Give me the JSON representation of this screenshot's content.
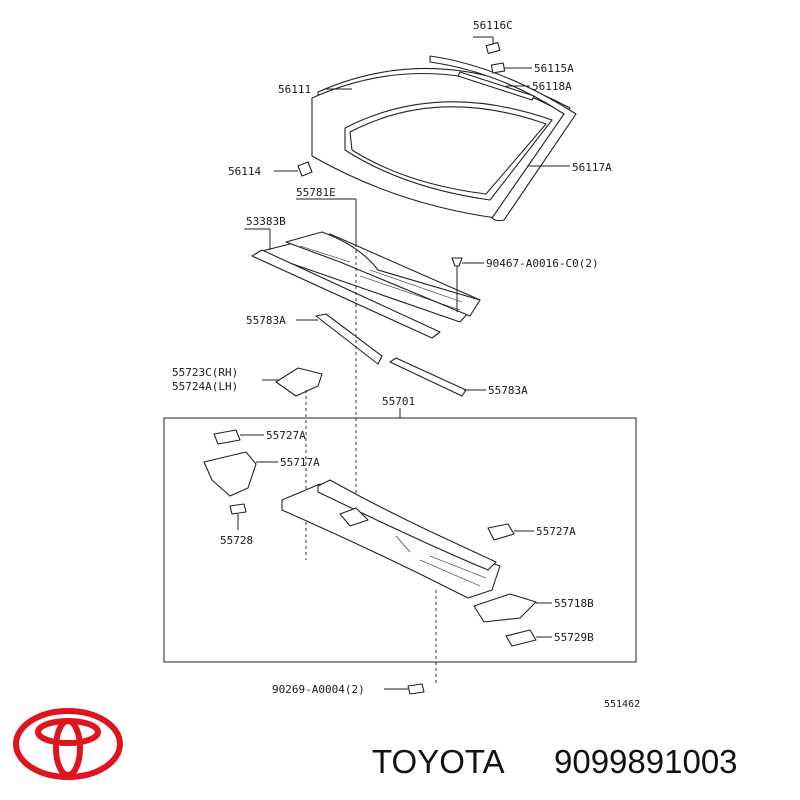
{
  "labels": {
    "p56116C": "56116C",
    "p56115A": "56115A",
    "p56118A": "56118A",
    "p56111": "56111",
    "p56117A": "56117A",
    "p56114": "56114",
    "p55781E": "55781E",
    "p53383B": "53383B",
    "p90467": "90467-A0016-C0(2)",
    "p55783A_left": "55783A",
    "p55783A_right": "55783A",
    "p55723C": "55723C(RH)",
    "p55724A": "55724A(LH)",
    "p55701": "55701",
    "p55727A_left": "55727A",
    "p55717A": "55717A",
    "p55728": "55728",
    "p55727A_right": "55727A",
    "p55718B": "55718B",
    "p55729B": "55729B",
    "p90269": "90269-A0004(2)",
    "diagram_code": "551462"
  },
  "brand": {
    "name": "TOYOTA",
    "part_number": "9099891003",
    "logo_icon": "toyota-logo-icon",
    "logo_color": "#e0141e"
  }
}
